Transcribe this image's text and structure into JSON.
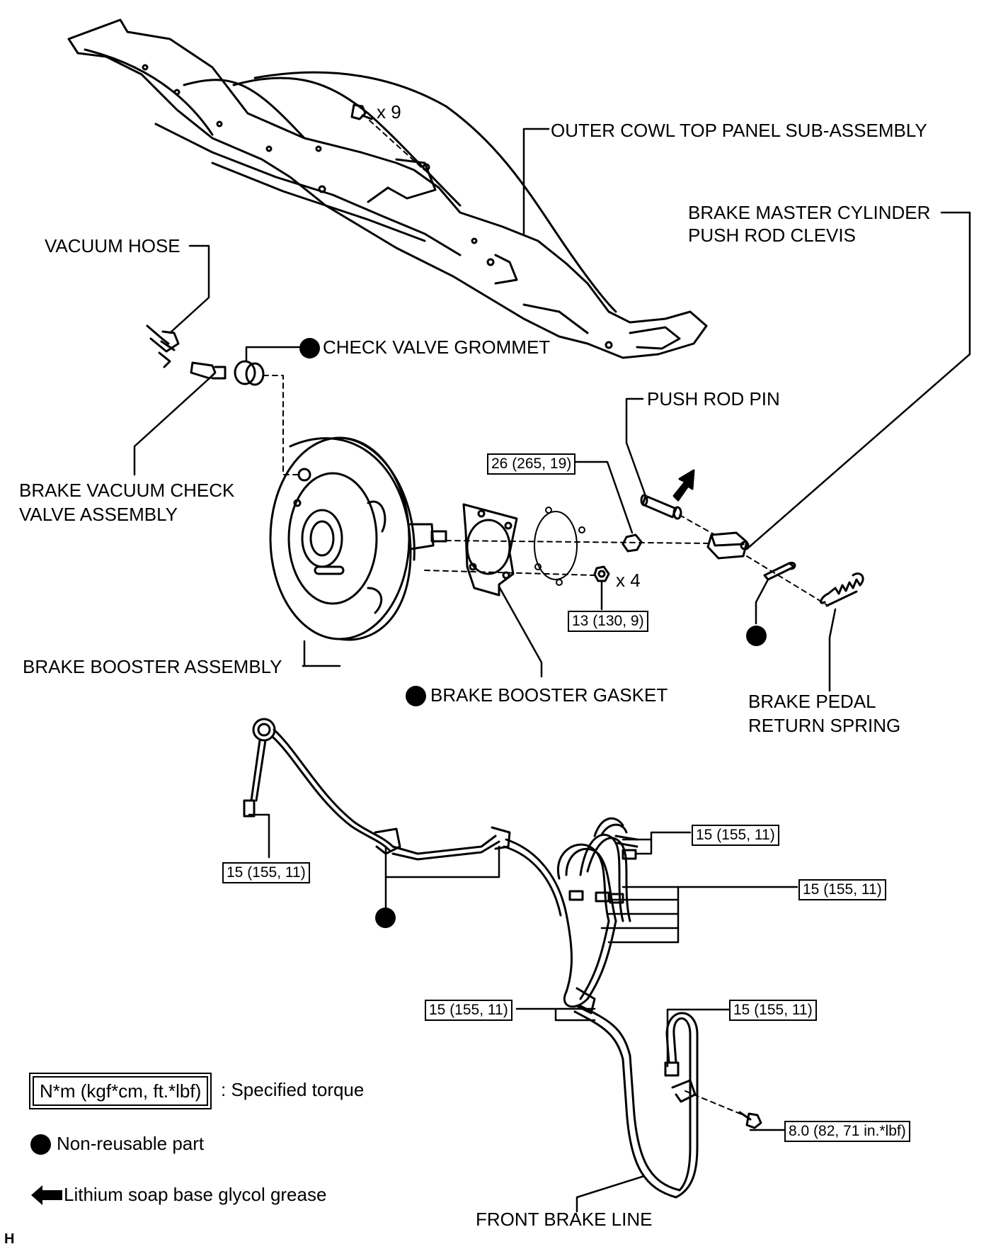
{
  "labels": {
    "outer_cowl": "OUTER COWL TOP PANEL SUB-ASSEMBLY",
    "clevis_line1": "BRAKE MASTER CYLINDER",
    "clevis_line2": "PUSH ROD CLEVIS",
    "vacuum_hose": "VACUUM HOSE",
    "check_valve_grommet": "CHECK VALVE GROMMET",
    "push_rod_pin": "PUSH ROD PIN",
    "check_valve_line1": "BRAKE VACUUM CHECK",
    "check_valve_line2": "VALVE ASSEMBLY",
    "booster": "BRAKE BOOSTER ASSEMBLY",
    "booster_gasket": "BRAKE BOOSTER GASKET",
    "return_spring_line1": "BRAKE PEDAL",
    "return_spring_line2": "RETURN SPRING",
    "front_brake_line": "FRONT BRAKE LINE"
  },
  "quantities": {
    "bolts_top": "x 9",
    "nuts_booster": "x 4"
  },
  "torques": {
    "booster_upper": "26 (265, 19)",
    "booster_lower": "13 (130, 9)",
    "line_left": "15 (155, 11)",
    "line_top": "15 (155, 11)",
    "line_right": "15 (155, 11)",
    "line_bottom_left": "15 (155, 11)",
    "line_bottom_right": "15 (155, 11)",
    "line_bolt": "8.0 (82, 71 in.*lbf)"
  },
  "legend": {
    "torque_box": "N*m (kgf*cm, ft.*lbf)",
    "torque_text": ": Specified torque",
    "non_reusable": "Non-reusable part",
    "grease": "Lithium soap base glycol grease"
  },
  "corner_marker": "H"
}
